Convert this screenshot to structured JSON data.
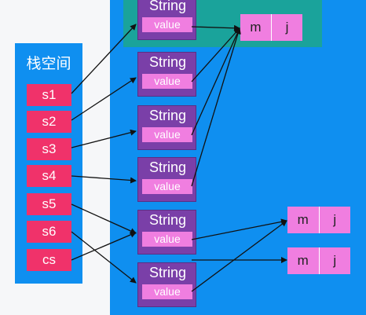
{
  "stack": {
    "title": "栈空间",
    "vars": [
      "s1",
      "s2",
      "s3",
      "s4",
      "s5",
      "s6",
      "cs"
    ]
  },
  "heap": {
    "string_label": "String",
    "value_label": "value",
    "arrays": [
      [
        "m",
        "j"
      ],
      [
        "m",
        "j"
      ],
      [
        "m",
        "j"
      ]
    ]
  },
  "colors": {
    "heap": "#0f8ff0",
    "constant_pool": "#1aa39b",
    "variable": "#f0326a",
    "string_object": "#7a3fa8",
    "value_field": "#f07ee0"
  }
}
